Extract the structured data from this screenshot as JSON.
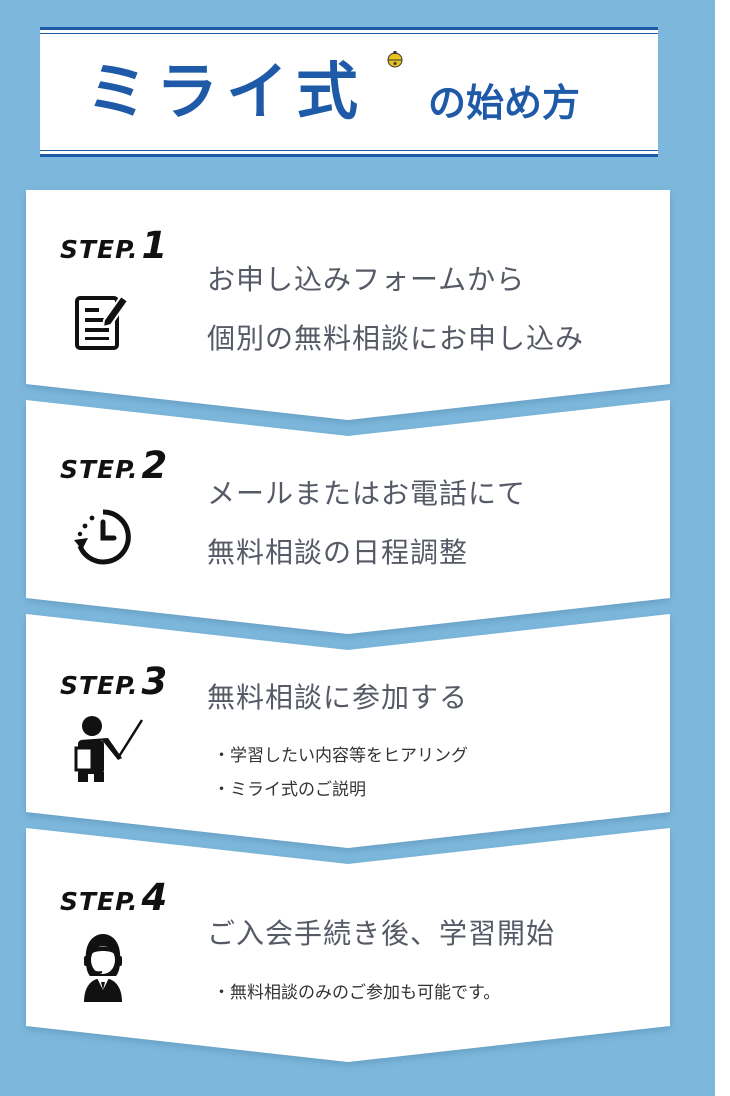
{
  "header": {
    "title_main": "ミライ式",
    "title_sub": "の始め方"
  },
  "steps": [
    {
      "label": "STEP.",
      "number": "1",
      "lines": [
        "お申し込みフォームから",
        "個別の無料相談にお申し込み"
      ],
      "notes": [],
      "icon": "form-edit-icon"
    },
    {
      "label": "STEP.",
      "number": "2",
      "lines": [
        "メールまたはお電話にて",
        "無料相談の日程調整"
      ],
      "notes": [],
      "icon": "clock-icon"
    },
    {
      "label": "STEP.",
      "number": "3",
      "lines": [
        "無料相談に参加する"
      ],
      "notes": [
        "・学習したい内容等をヒアリング",
        "・ミライ式のご説明"
      ],
      "icon": "presenter-icon"
    },
    {
      "label": "STEP.",
      "number": "4",
      "lines": [
        "ご入会手続き後、学習開始"
      ],
      "notes": [
        "・無料相談のみのご参加も可能です。"
      ],
      "icon": "operator-headset-icon"
    }
  ],
  "colors": {
    "background": "#7db8dc",
    "title_blue": "#1f5aa8",
    "card": "#ffffff",
    "text": "#555a66",
    "bell": "#e8c21f"
  }
}
